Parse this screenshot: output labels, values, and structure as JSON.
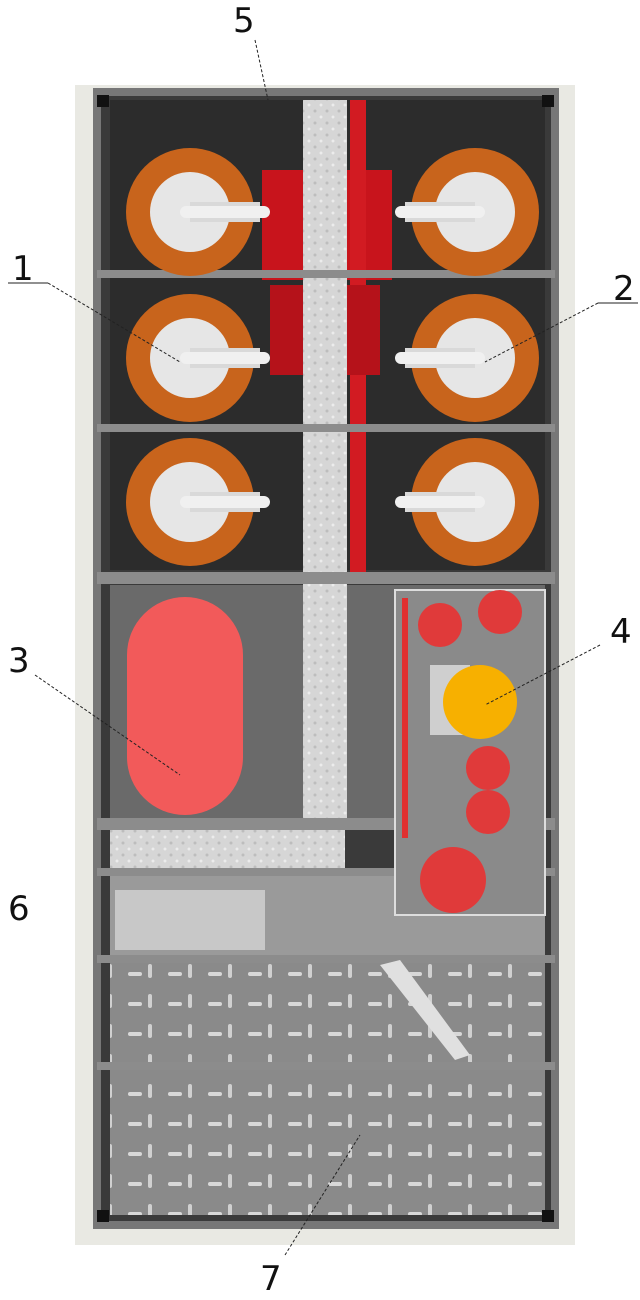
{
  "callouts": {
    "c1": "1",
    "c2": "2",
    "c3": "3",
    "c4": "4",
    "c5": "5",
    "c6": "6",
    "c7": "7"
  },
  "colors": {
    "frame": "#6e6e6e",
    "orange_ring": "#c8641c",
    "red_tank": "#f25a5a",
    "yellow_tank": "#f7b000",
    "vent_strip": "#d8d8d8"
  }
}
